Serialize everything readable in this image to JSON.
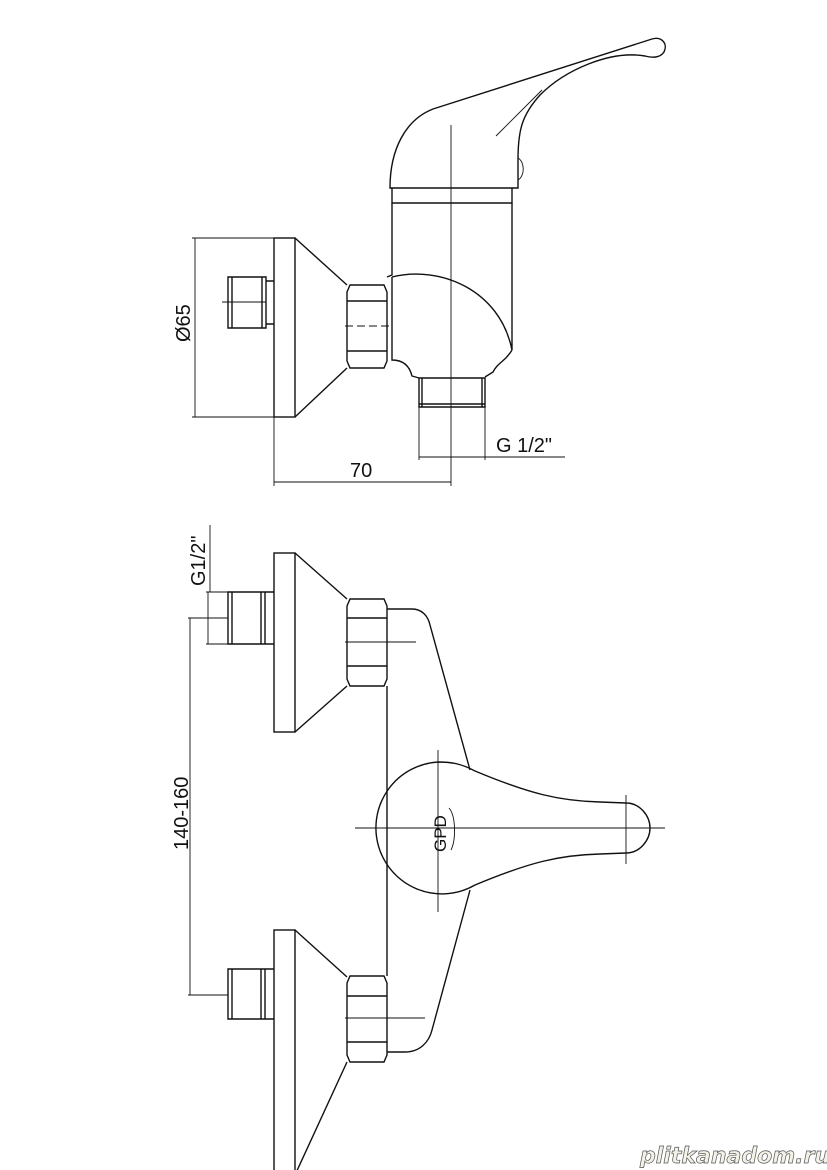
{
  "drawing": {
    "side_view": {
      "diameter_label": "Ø65",
      "depth_label": "70",
      "outlet_thread_label": "G 1/2\""
    },
    "front_view": {
      "inlet_thread_label": "G1/2\"",
      "spacing_label": "140-160",
      "brand_logo": "GPD"
    }
  },
  "watermark": "plitkanadom.ru",
  "colors": {
    "line": "#111111",
    "background": "#ffffff"
  }
}
